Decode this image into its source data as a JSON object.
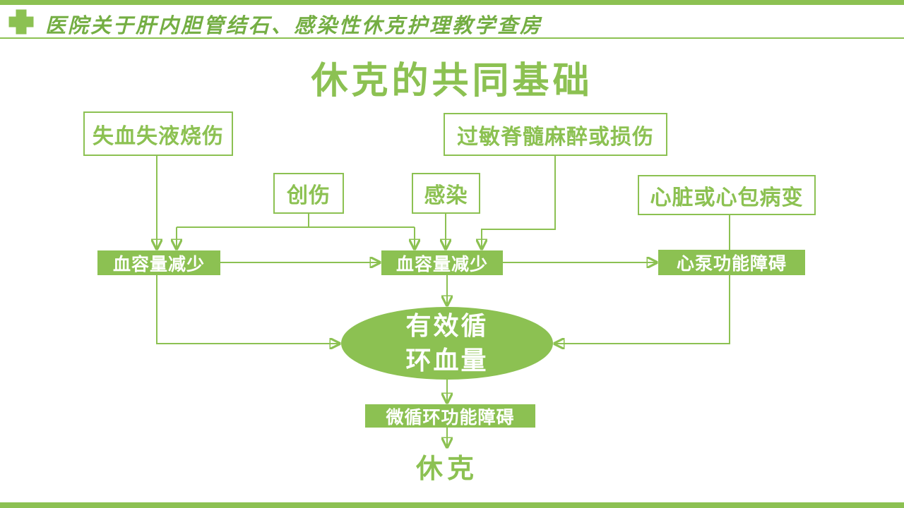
{
  "colors": {
    "accent": "#8CC152",
    "accent-dark": "#74AE43"
  },
  "header": {
    "title": "医院关于肝内胆管结石、感染性休克护理教学查房",
    "cross_icon": "medical-cross"
  },
  "slide": {
    "title": "休克的共同基础"
  },
  "diagram": {
    "nodes": {
      "hemorrhage": {
        "label": "失血失液烧伤"
      },
      "allergy": {
        "label": "过敏脊髓麻醉或损伤"
      },
      "trauma": {
        "label": "创伤"
      },
      "infection": {
        "label": "感染"
      },
      "cardiac": {
        "label": "心脏或心包病变"
      },
      "hypovolemia_left": {
        "label": "血容量减少"
      },
      "hypovolemia_center": {
        "label": "血容量减少"
      },
      "pump_failure": {
        "label": "心泵功能障碍"
      },
      "effective_volume": {
        "line1": "有效循",
        "line2": "环血量"
      },
      "microcirculation": {
        "label": "微循环功能障碍"
      },
      "shock": {
        "label": "休克"
      }
    },
    "edges": [
      {
        "from": "hemorrhage",
        "to": "hypovolemia_left"
      },
      {
        "from": "trauma",
        "to": "hypovolemia_left"
      },
      {
        "from": "trauma",
        "to": "hypovolemia_center"
      },
      {
        "from": "infection",
        "to": "hypovolemia_center"
      },
      {
        "from": "allergy",
        "to": "hypovolemia_center"
      },
      {
        "from": "cardiac",
        "to": "pump_failure"
      },
      {
        "from": "hypovolemia_left",
        "to": "hypovolemia_center"
      },
      {
        "from": "hypovolemia_center",
        "to": "pump_failure"
      },
      {
        "from": "hypovolemia_left",
        "to": "effective_volume"
      },
      {
        "from": "hypovolemia_center",
        "to": "effective_volume"
      },
      {
        "from": "pump_failure",
        "to": "effective_volume"
      },
      {
        "from": "effective_volume",
        "to": "microcirculation"
      },
      {
        "from": "microcirculation",
        "to": "shock"
      }
    ]
  }
}
